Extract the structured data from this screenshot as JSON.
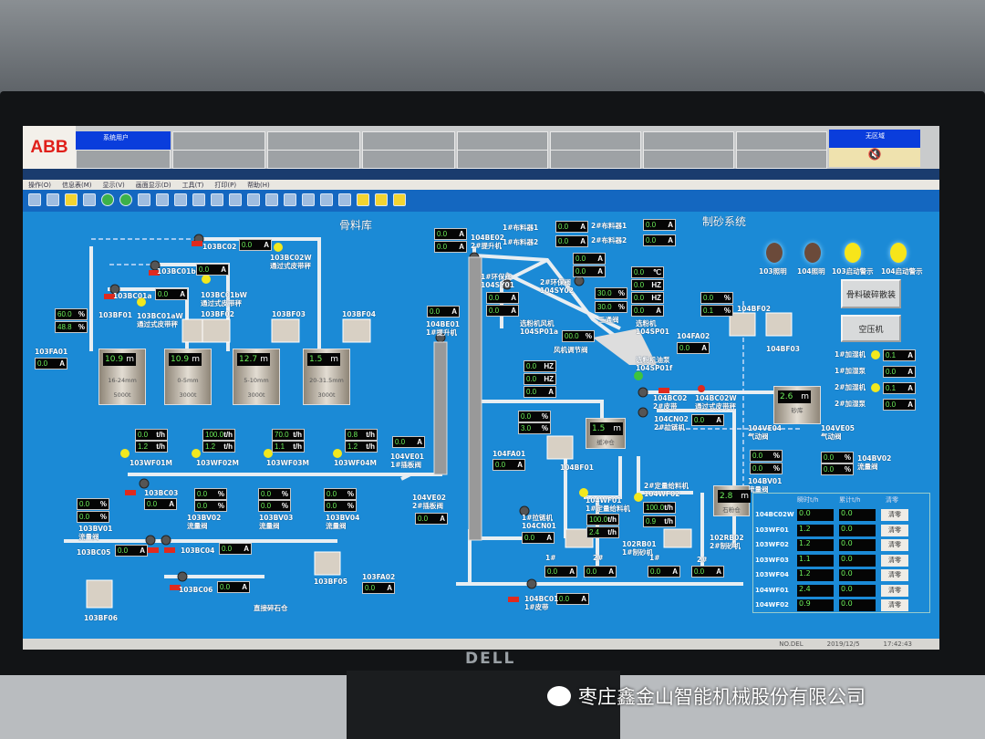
{
  "header": {
    "logo": "ABB",
    "user_label": "系统用户",
    "zone_label": "无区域"
  },
  "menu": [
    "操作(O)",
    "信息表(M)",
    "显示(V)",
    "画面显示(D)",
    "工具(T)",
    "打印(P)",
    "帮助(H)"
  ],
  "status": {
    "mode": "NO.DEL",
    "date": "2019/12/5",
    "time": "17:42:43"
  },
  "monitor_brand": "DELL",
  "watermark": "枣庄鑫金山智能机械股份有限公司",
  "titles": {
    "aggregate": "骨料库",
    "sand": "制砂系统"
  },
  "silos": [
    {
      "level": "10.9",
      "unit": "m",
      "spec": "16-24mm",
      "cap": "5000t"
    },
    {
      "level": "10.9",
      "unit": "m",
      "spec": "0-5mm",
      "cap": "3000t"
    },
    {
      "level": "12.7",
      "unit": "m",
      "spec": "5-10mm",
      "cap": "3000t"
    },
    {
      "level": "1.5",
      "unit": "m",
      "spec": "20-31.5mm",
      "cap": "3000t"
    },
    {
      "level": "1.5",
      "unit": "m",
      "spec": "缓冲仓",
      "cap": ""
    },
    {
      "level": "2.6",
      "unit": "m",
      "spec": "砂库",
      "cap": ""
    },
    {
      "level": "2.8",
      "unit": "m",
      "spec": "石粉仓",
      "cap": ""
    }
  ],
  "readouts": {
    "bc02": {
      "v": "0.0",
      "u": "A"
    },
    "bc01b": {
      "v": "0.0",
      "u": "A"
    },
    "bc01a": {
      "v": "0.0",
      "u": "A"
    },
    "fa01p1": {
      "v": "60.0",
      "u": "%"
    },
    "fa01p2": {
      "v": "48.8",
      "u": "%"
    },
    "fa01a": {
      "v": "0.0",
      "u": "A"
    },
    "wf01a": {
      "v": "0.0",
      "u": "t/h"
    },
    "wf01b": {
      "v": "1.2",
      "u": "t/h"
    },
    "wf02a": {
      "v": "100.0",
      "u": "t/h"
    },
    "wf02b": {
      "v": "1.2",
      "u": "t/h"
    },
    "wf03a": {
      "v": "70.0",
      "u": "t/h"
    },
    "wf03b": {
      "v": "1.1",
      "u": "t/h"
    },
    "wf04a": {
      "v": "0.8",
      "u": "t/h"
    },
    "wf04b": {
      "v": "1.2",
      "u": "t/h"
    },
    "bc03": {
      "v": "0.0",
      "u": "A"
    },
    "bv01a": {
      "v": "0.0",
      "u": "%"
    },
    "bv01b": {
      "v": "0.0",
      "u": "%"
    },
    "bv02a": {
      "v": "0.0",
      "u": "%"
    },
    "bv02b": {
      "v": "0.0",
      "u": "%"
    },
    "bv03a": {
      "v": "0.0",
      "u": "%"
    },
    "bv03b": {
      "v": "0.0",
      "u": "%"
    },
    "bv04a": {
      "v": "0.0",
      "u": "%"
    },
    "bv04b": {
      "v": "0.0",
      "u": "%"
    },
    "bc05": {
      "v": "0.0",
      "u": "A"
    },
    "bc04": {
      "v": "0.0",
      "u": "A"
    },
    "bc06": {
      "v": "0.0",
      "u": "A"
    },
    "fa02": {
      "v": "0.0",
      "u": "A"
    },
    "be02a": {
      "v": "0.0",
      "u": "A"
    },
    "be02b": {
      "v": "0.0",
      "u": "A"
    },
    "d11": {
      "v": "0.0",
      "u": "A"
    },
    "d12": {
      "v": "0.0",
      "u": "A"
    },
    "d21": {
      "v": "0.0",
      "u": "A"
    },
    "d22": {
      "v": "0.0",
      "u": "A"
    },
    "sy02a": {
      "v": "0.0",
      "u": "A"
    },
    "sy02b": {
      "v": "0.0",
      "u": "A"
    },
    "sy01a": {
      "v": "0.0",
      "u": "A"
    },
    "sy01b": {
      "v": "0.0",
      "u": "A"
    },
    "stv1": {
      "v": "30.0",
      "u": "%"
    },
    "stv2": {
      "v": "30.0",
      "u": "%"
    },
    "sp1": {
      "v": "0.0",
      "u": "℃"
    },
    "sp2": {
      "v": "0.0",
      "u": "HZ"
    },
    "sp3": {
      "v": "0.0",
      "u": "HZ"
    },
    "sp4": {
      "v": "0.0",
      "u": "A"
    },
    "be01": {
      "v": "0.0",
      "u": "A"
    },
    "fanv": {
      "v": "00.0",
      "u": "%"
    },
    "fan1": {
      "v": "0.0",
      "u": "HZ"
    },
    "fan2": {
      "v": "0.0",
      "u": "HZ"
    },
    "fan3": {
      "v": "0.0",
      "u": "A"
    },
    "fa2a": {
      "v": "0.0",
      "u": "A"
    },
    "fa2p1": {
      "v": "0.0",
      "u": "%"
    },
    "fa2p2": {
      "v": "0.1",
      "u": "%"
    },
    "cn02": {
      "v": "0.0",
      "u": "A"
    },
    "ve01": {
      "v": "0.0",
      "u": "A"
    },
    "ve02": {
      "v": "0.0",
      "u": "A"
    },
    "fa1p1": {
      "v": "0.0",
      "u": "%"
    },
    "fa1p2": {
      "v": "3.0",
      "u": "%"
    },
    "fa1a": {
      "v": "0.0",
      "u": "A"
    },
    "cn01": {
      "v": "0.0",
      "u": "A"
    },
    "wf1a": {
      "v": "100.0",
      "u": "t/h"
    },
    "wf1b": {
      "v": "2.4",
      "u": "t/h"
    },
    "wf2a": {
      "v": "100.0",
      "u": "t/h"
    },
    "wf2b": {
      "v": "0.9",
      "u": "t/h"
    },
    "rb1m1": {
      "v": "0.0",
      "u": "A"
    },
    "rb1m2": {
      "v": "0.0",
      "u": "A"
    },
    "rb2m1": {
      "v": "0.0",
      "u": "A"
    },
    "rb2m2": {
      "v": "0.0",
      "u": "A"
    },
    "bc01": {
      "v": "0.0",
      "u": "A"
    },
    "h1": {
      "v": "0.1",
      "u": "A"
    },
    "h2": {
      "v": "0.0",
      "u": "A"
    },
    "h3": {
      "v": "0.1",
      "u": "A"
    },
    "h4": {
      "v": "0.0",
      "u": "A"
    },
    "bv1a": {
      "v": "0.0",
      "u": "%"
    },
    "bv1b": {
      "v": "0.0",
      "u": "%"
    },
    "bv2a": {
      "v": "0.0",
      "u": "%"
    },
    "bv2b": {
      "v": "0.0",
      "u": "%"
    }
  },
  "labels": {
    "bc02": "103BC02",
    "bc02w": "103BC02W\n通过式皮带秤",
    "bc01b": "103BC01b",
    "bc01bw": "103BC01bW\n通过式皮带秤",
    "bc01a": "103BC01a",
    "bc01aw": "103BC01aW\n通过式皮带秤",
    "bf01": "103BF01",
    "bf02": "103BF02",
    "bf03": "103BF03",
    "bf04": "103BF04",
    "fa01": "103FA01",
    "wf01": "103WF01M",
    "wf02": "103WF02M",
    "wf03": "103WF03M",
    "wf04": "103WF04M",
    "bc03": "103BC03",
    "bv01": "103BV01\n流量阀",
    "bv02": "103BV02\n流量阀",
    "bv03": "103BV03\n流量阀",
    "bv04": "103BV04\n流量阀",
    "bc05": "103BC05",
    "bc04": "103BC04",
    "bc06": "103BC06",
    "direct": "直接碎石仓",
    "bf05": "103BF05",
    "fa02": "103FA02",
    "bf06": "103BF06",
    "be02": "104BE02\n2#提升机",
    "d11": "1#布料器1",
    "d12": "1#布料器2",
    "d21": "2#布料器1",
    "d22": "2#布料器2",
    "sy01": "1#环保阀\n104SY01",
    "sy02": "2#环保阀\n104SY02",
    "stv": "三通阀",
    "sp01": "选粉机\n104SP01",
    "be01": "104BE01\n1#提升机",
    "sp01a": "选粉机风机\n104SP01a",
    "fanv": "风机调节阀",
    "sp01f": "选粉机油泵\n104SP01f",
    "fa2": "104FA02",
    "bf2": "104BF02",
    "bf3": "104BF03",
    "bc2": "104BC02\n2#皮带",
    "bc2w": "104BC02W\n通过式皮带秤",
    "cn02": "104CN02\n2#拉链机",
    "ve01": "104VE01\n1#插板阀",
    "ve02": "104VE02\n2#插板阀",
    "fa1": "104FA01",
    "bf1": "104BF01",
    "cn01": "1#拉链机\n104CN01",
    "wf1": "104WF01\n1#定量给料机",
    "wf2": "2#定量给料机\n104WF02",
    "rb1": "102RB01\n1#制砂机",
    "rb2": "102RB02\n2#制砂机",
    "bc1": "104BC01\n1#皮带",
    "m1a": "1#",
    "m1b": "2#",
    "m2a": "1#",
    "m2b": "2#",
    "ve04": "104VE04\n气动阀",
    "ve05": "104VE05\n气动阀",
    "bv1": "104BV01\n流量阀",
    "bv2": "104BV02\n流量阀",
    "h1": "1#加湿机",
    "h2": "1#加湿泵",
    "h3": "2#加湿机",
    "h4": "2#加湿泵"
  },
  "lamps": [
    {
      "label": "103照明",
      "color": "#6b4a3a"
    },
    {
      "label": "104照明",
      "color": "#6b4a3a"
    },
    {
      "label": "103启动警示",
      "color": "#f7e51a"
    },
    {
      "label": "104启动警示",
      "color": "#f7e51a"
    }
  ],
  "buttons": {
    "crush": "骨料破碎散装",
    "compressor": "空压机"
  },
  "table": {
    "headers": [
      "瞬时t/h",
      "累计t/h",
      "清零"
    ],
    "rows": [
      {
        "name": "104BC02W",
        "rate": "0.0",
        "total": "0.0",
        "clear": "清零"
      },
      {
        "name": "103WF01",
        "rate": "1.2",
        "total": "0.0",
        "clear": "清零"
      },
      {
        "name": "103WF02",
        "rate": "1.2",
        "total": "0.0",
        "clear": "清零"
      },
      {
        "name": "103WF03",
        "rate": "1.1",
        "total": "0.0",
        "clear": "清零"
      },
      {
        "name": "103WF04",
        "rate": "1.2",
        "total": "0.0",
        "clear": "清零"
      },
      {
        "name": "104WF01",
        "rate": "2.4",
        "total": "0.0",
        "clear": "清零"
      },
      {
        "name": "104WF02",
        "rate": "0.9",
        "total": "0.0",
        "clear": "清零"
      }
    ]
  }
}
